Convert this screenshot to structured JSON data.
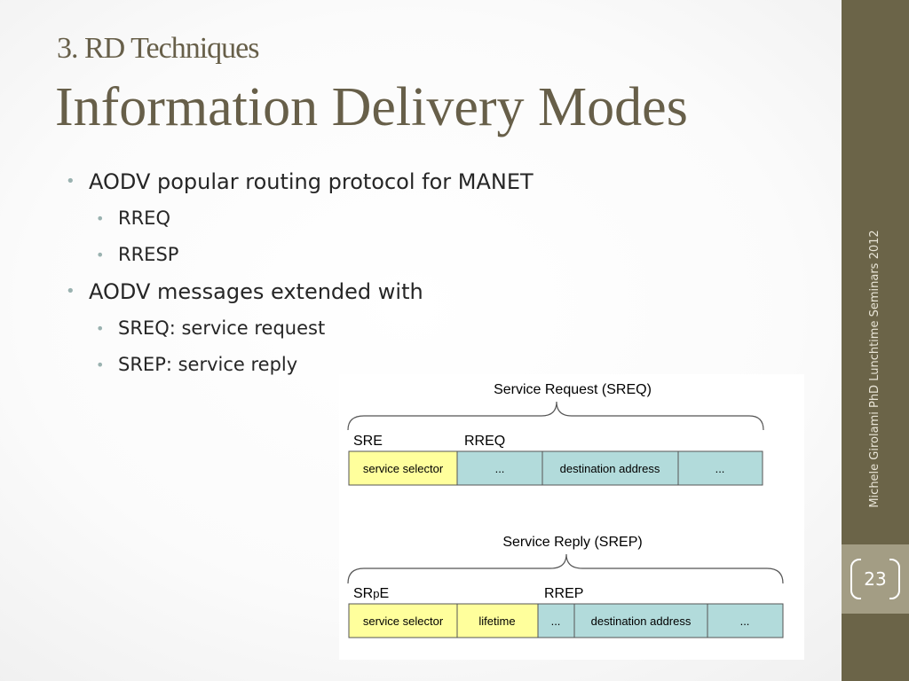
{
  "slide": {
    "supertitle": "3. RD Techniques",
    "title": "Information Delivery Modes",
    "bullets": [
      {
        "text": "AODV popular routing protocol for MANET"
      },
      {
        "text": "RREQ"
      },
      {
        "text": "RRESP"
      },
      {
        "text": "AODV messages extended with"
      },
      {
        "text": "SREQ: service request"
      },
      {
        "text": "SREP: service reply"
      }
    ],
    "footer": "Michele Girolami PhD Lunchtime Seminars 2012",
    "page_number": "23"
  },
  "diagram": {
    "sreq": {
      "title": "Service Request (SREQ)",
      "left_label": "SRE",
      "right_label": "RREQ",
      "cells": [
        "service selector",
        "...",
        "destination address",
        "..."
      ]
    },
    "srep": {
      "title": "Service Reply (SREP)",
      "left_label_a": "SR",
      "left_label_b": "p",
      "left_label_c": "E",
      "right_label": "RREP",
      "cells": [
        "service selector",
        "lifetime",
        "...",
        "destination address",
        "..."
      ]
    }
  },
  "colors": {
    "title": "#675f49",
    "sidebar": "#6b6448",
    "page_box": "#a39d84",
    "bullet": "#9ab2b0",
    "selector_cell": "#ffff9c",
    "field_cell": "#b2dbdb"
  }
}
